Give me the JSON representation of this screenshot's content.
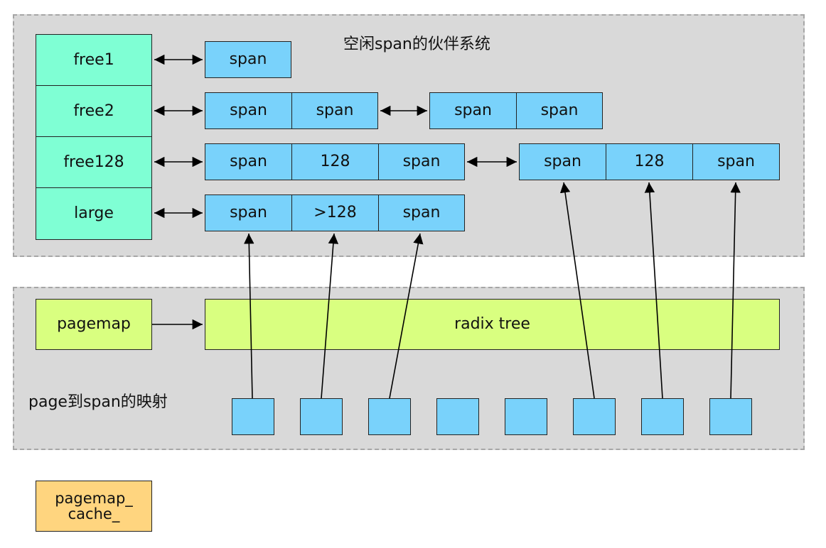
{
  "buddy_panel": {
    "title": "空闲span的伙伴系统"
  },
  "free_lists": [
    "free1",
    "free2",
    "free128",
    "large"
  ],
  "rows": {
    "free1": {
      "group1": [
        "span"
      ]
    },
    "free2": {
      "group1": [
        "span",
        "span"
      ],
      "group2": [
        "span",
        "span"
      ]
    },
    "free128": {
      "group1": [
        "span",
        "128",
        "span"
      ],
      "group2": [
        "span",
        "128",
        "span"
      ]
    },
    "large": {
      "group1": [
        "span",
        ">128",
        "span"
      ]
    }
  },
  "pagemap_panel": {
    "title": "page到span的映射",
    "pagemap_label": "pagemap",
    "radix_label": "radix tree"
  },
  "cache_label": "pagemap_\ncache_",
  "colors": {
    "free": "#7fffd4",
    "span": "#79d2fb",
    "lime": "#d9ff80",
    "orange": "#ffd57f",
    "panel": "#d9d9d9"
  }
}
